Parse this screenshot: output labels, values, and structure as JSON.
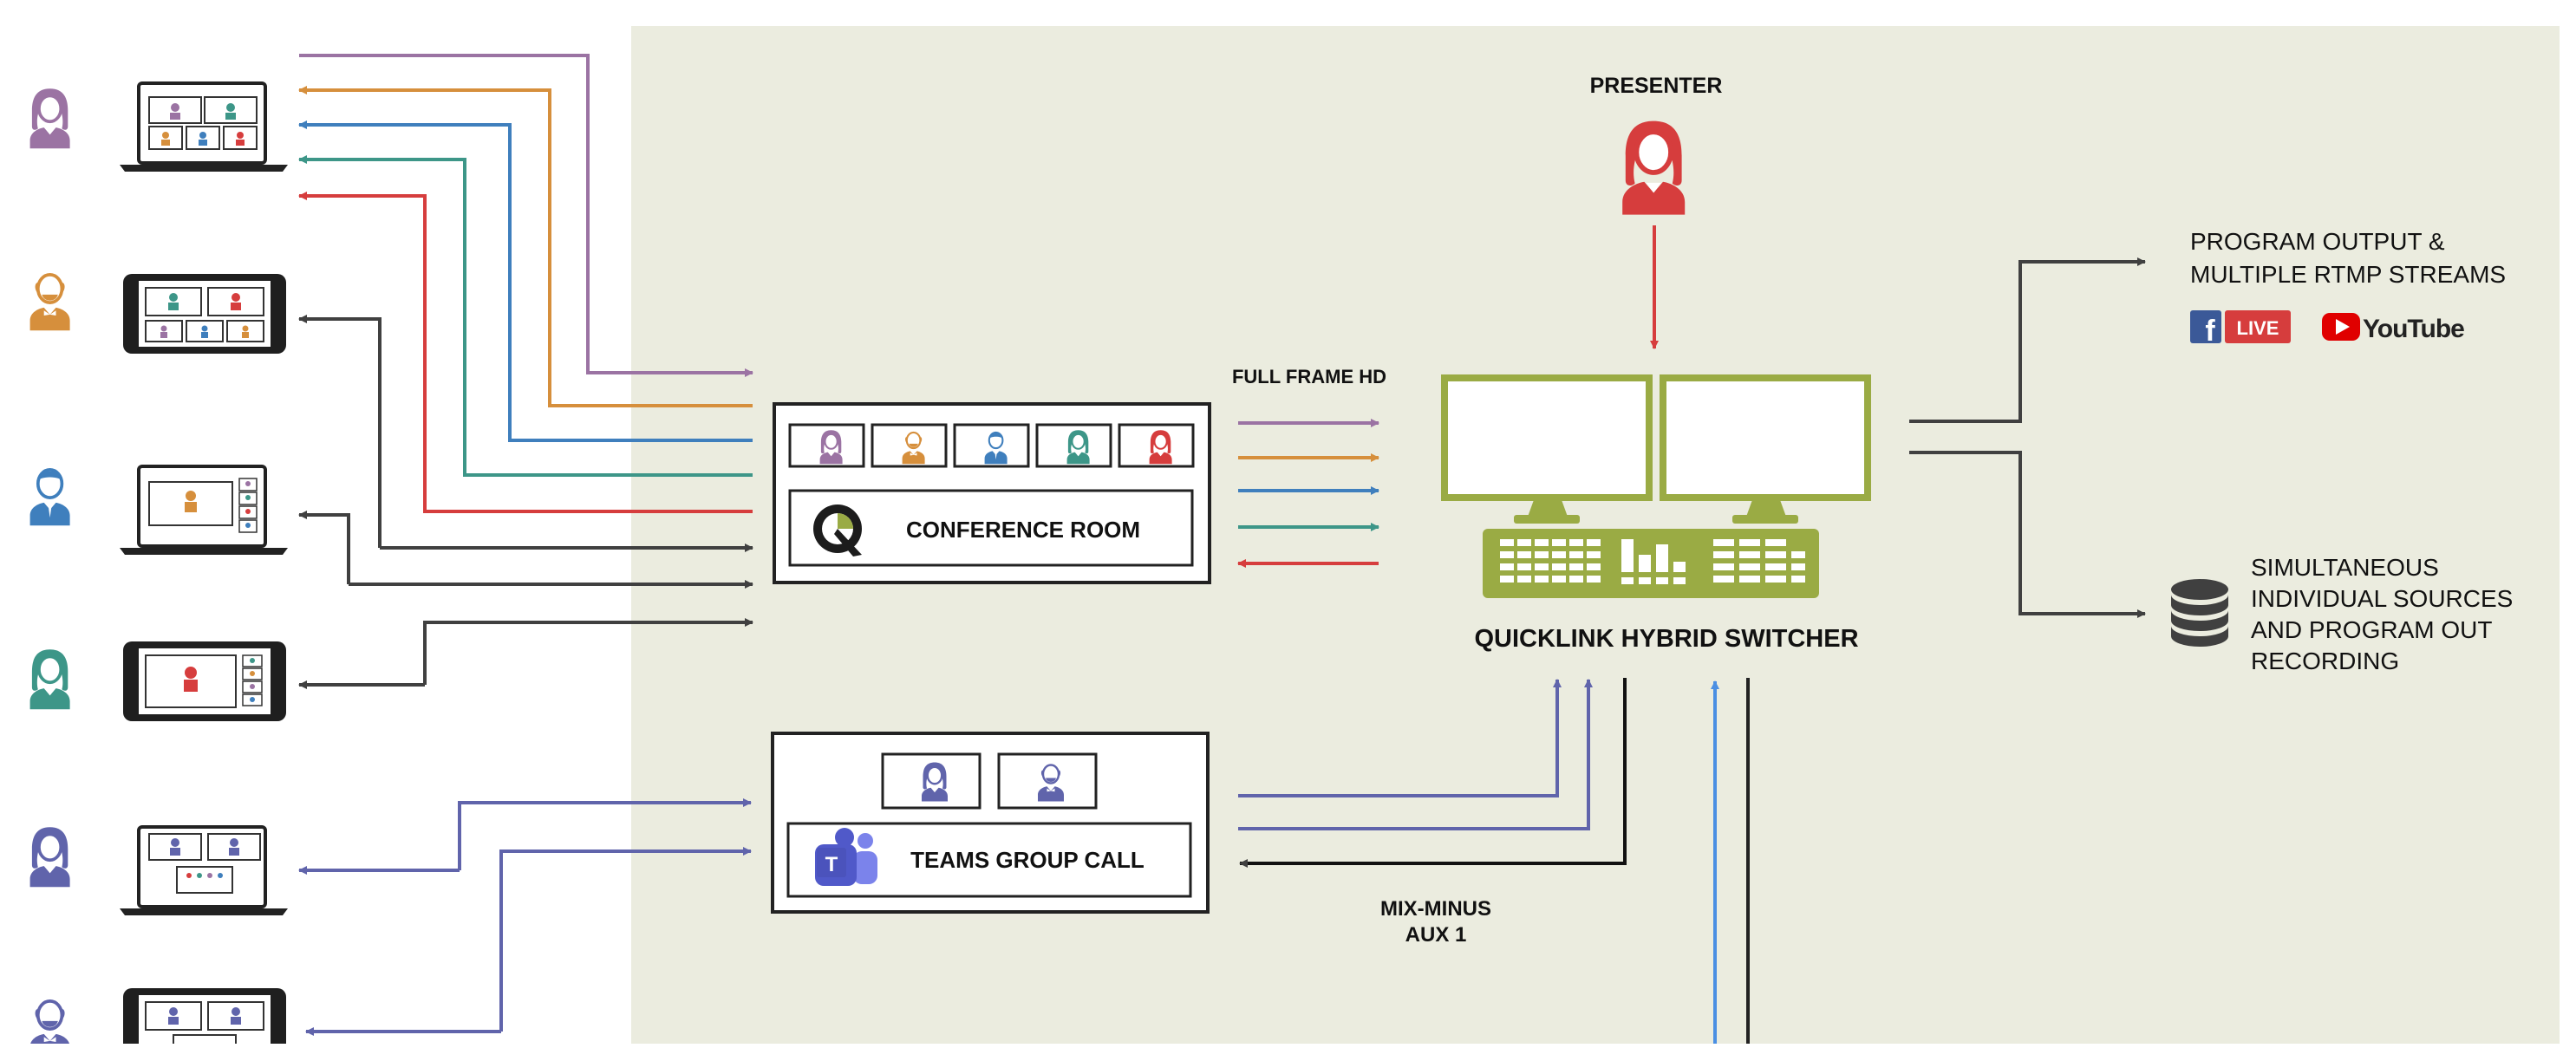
{
  "labels": {
    "presenter": "PRESENTER",
    "full_frame_hd": "FULL FRAME  HD",
    "conference_room": "CONFERENCE ROOM",
    "teams_group_call": "TEAMS GROUP CALL",
    "switcher": "QUICKLINK HYBRID SWITCHER",
    "mix_minus_line1": "MIX-MINUS",
    "mix_minus_line2": "AUX 1",
    "program_output_line1": "PROGRAM OUTPUT &",
    "program_output_line2": "MULTIPLE RTMP STREAMS",
    "recording_line1": "SIMULTANEOUS",
    "recording_line2": "INDIVIDUAL SOURCES",
    "recording_line3": "AND PROGRAM OUT",
    "recording_line4": "RECORDING",
    "facebook_live_badge": "LIVE",
    "youtube_wordmark": "YouTube"
  },
  "colors": {
    "panel_bg": "#ebecdf",
    "purple": "#9b73a3",
    "orange": "#d68f3c",
    "blue": "#3f7fbd",
    "teal": "#3d9688",
    "red": "#d63d3d",
    "dark": "#404040",
    "indigo": "#6064ab",
    "bright_blue": "#4a8fe3",
    "olive": "#9aab44",
    "facebook": "#3b5998",
    "youtube": "#e00000"
  },
  "icons": {
    "user_icons": [
      "person-female-icon",
      "person-male-headset-icon",
      "person-male-tie-icon",
      "person-female-icon",
      "person-female-icon",
      "person-male-headset-icon"
    ],
    "devices": [
      "laptop-icon",
      "tablet-icon",
      "laptop-icon",
      "tablet-icon",
      "laptop-icon",
      "tablet-icon"
    ],
    "presenter": "person-female-icon",
    "switcher": "dual-monitor-switcher-icon",
    "recording": "database-icon",
    "conference_logo": "quicklink-logo-icon",
    "teams_logo": "teams-logo-icon"
  }
}
